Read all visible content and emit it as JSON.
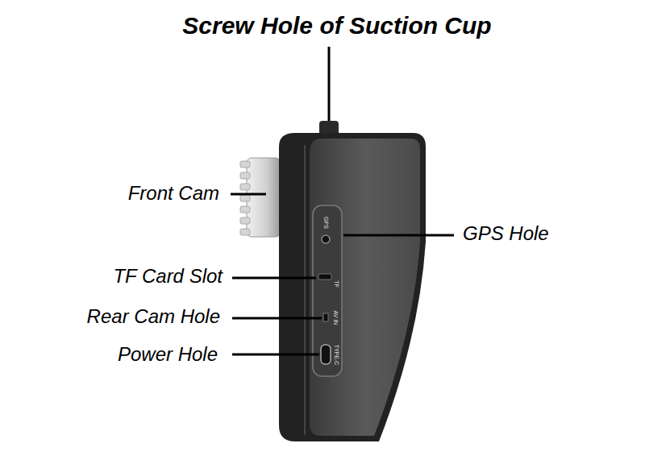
{
  "diagram": {
    "labels": [
      "Screw Hole of Suction Cup",
      "Front Cam",
      "GPS Hole",
      "TF Card Slot",
      "Rear Cam Hole",
      "Power Hole",
      "GPS",
      "TF",
      "AV IN",
      "TYPE-C"
    ]
  }
}
